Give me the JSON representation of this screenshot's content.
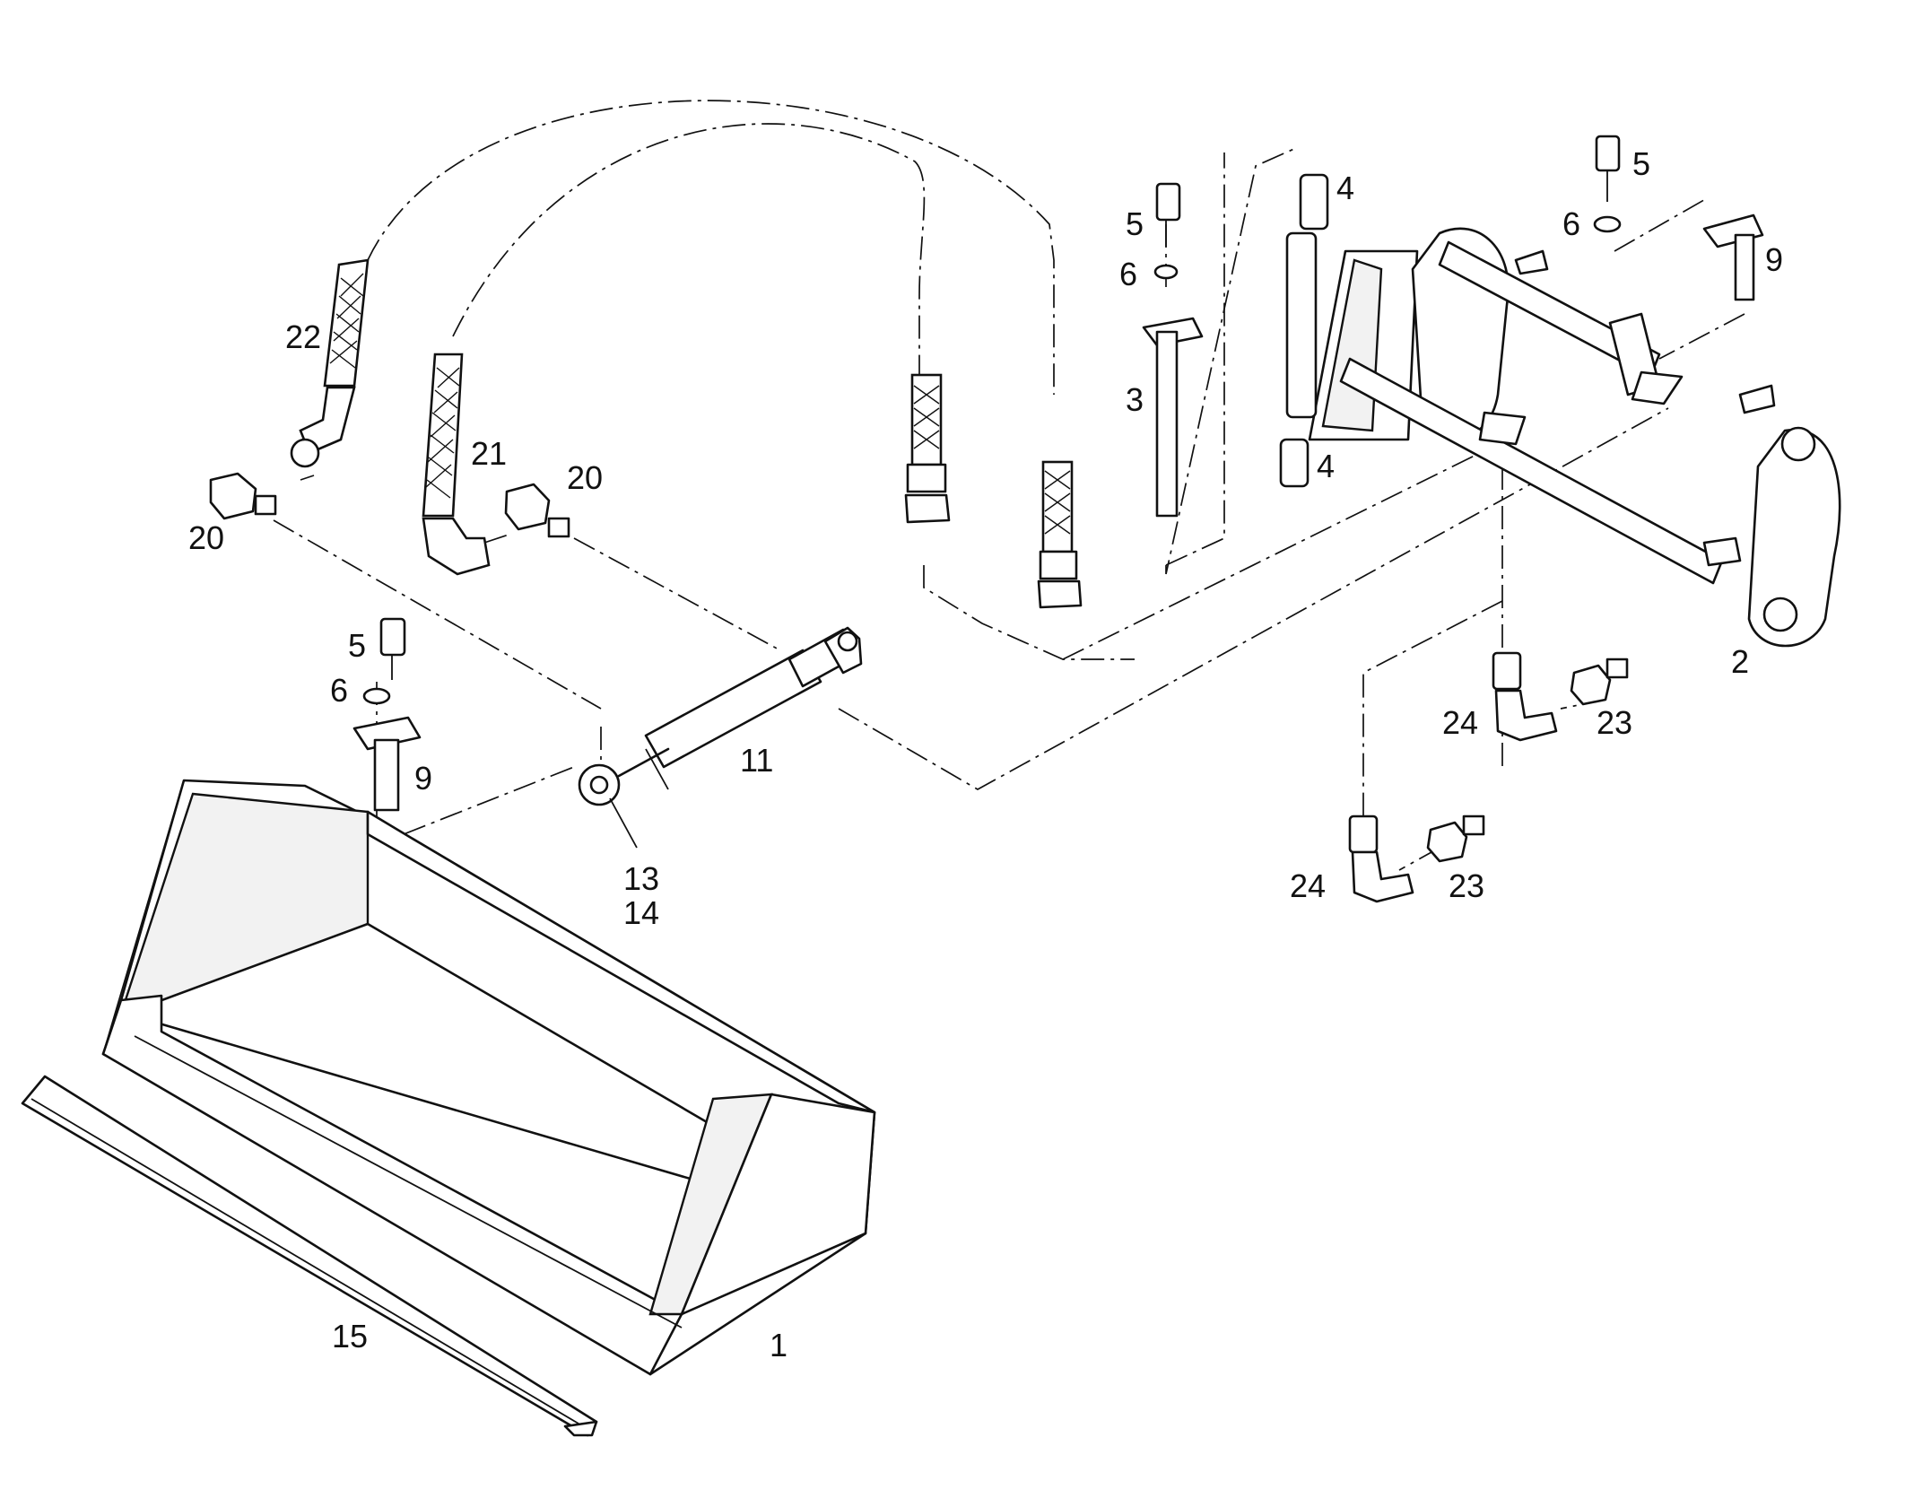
{
  "diagram": {
    "callouts": {
      "c1": "1",
      "c2": "2",
      "c3": "3",
      "c4a": "4",
      "c4b": "4",
      "c5a": "5",
      "c5b": "5",
      "c5c": "5",
      "c6a": "6",
      "c6b": "6",
      "c6c": "6",
      "c9a": "9",
      "c9b": "9",
      "c11": "11",
      "c13": "13",
      "c14": "14",
      "c15": "15",
      "c20a": "20",
      "c20b": "20",
      "c21": "21",
      "c22": "22",
      "c23a": "23",
      "c23b": "23",
      "c24a": "24",
      "c24b": "24"
    }
  }
}
